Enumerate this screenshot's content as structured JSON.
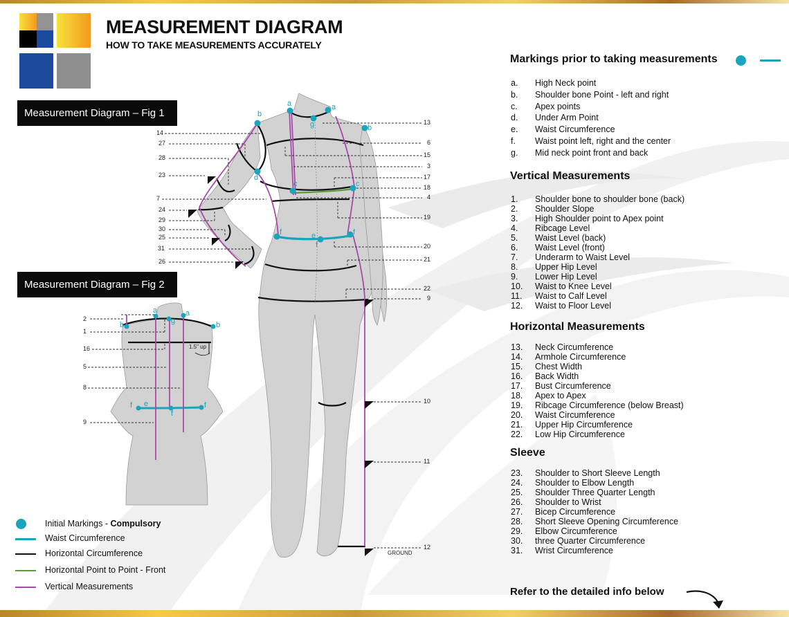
{
  "header": {
    "title": "MEASUREMENT DIAGRAM",
    "subtitle": "HOW TO TAKE MEASUREMENTS ACCURATELY",
    "logo_colors": [
      "#f7e23a",
      "#f39a1e",
      "#939393",
      "#000000",
      "#1b4a9c",
      "#8f8f8f"
    ]
  },
  "figures": {
    "fig1_label": "Measurement Diagram – Fig 1",
    "fig2_label": "Measurement Diagram – Fig 2",
    "fig1_left_callouts": [
      "14",
      "27",
      "28",
      "23",
      "7",
      "24",
      "29",
      "30",
      "25",
      "31",
      "26"
    ],
    "fig1_right_callouts": [
      "13",
      "6",
      "15",
      "3",
      "17",
      "18",
      "4",
      "19",
      "20",
      "21",
      "22",
      "9",
      "10",
      "11",
      "12"
    ],
    "fig2_callouts": [
      "2",
      "1",
      "16",
      "5",
      "8",
      "9"
    ],
    "point_labels": {
      "a": "a",
      "b": "b",
      "c": "c",
      "d": "d",
      "e": "e",
      "f": "f",
      "g": "g"
    },
    "ground_label": "GROUND",
    "up_note": "1.5\" up"
  },
  "legend": {
    "items": [
      {
        "label": "Initial Markings - ",
        "bold": "Compulsory",
        "swatch": "dot",
        "color": "#1aa5bd"
      },
      {
        "label": "Waist Circumference",
        "swatch": "line",
        "color": "#1aa5bd"
      },
      {
        "label": "Horizontal Circumference",
        "swatch": "line",
        "color": "#111111"
      },
      {
        "label": "Horizontal Point to Point - Front",
        "swatch": "line",
        "color": "#5a9a3c"
      },
      {
        "label": "Vertical Measurements",
        "swatch": "line",
        "color": "#a94aa8"
      }
    ]
  },
  "markings": {
    "heading": "Markings prior to taking measurements",
    "items": [
      {
        "key": "a.",
        "label": "High Neck point"
      },
      {
        "key": "b.",
        "label": "Shoulder bone Point - left and right"
      },
      {
        "key": "c.",
        "label": "Apex points"
      },
      {
        "key": "d.",
        "label": "Under Arm Point"
      },
      {
        "key": "e.",
        "label": "Waist Circumference"
      },
      {
        "key": "f.",
        "label": "Waist point left, right and the center"
      },
      {
        "key": "g.",
        "label": "Mid neck point front and back"
      }
    ]
  },
  "vertical": {
    "heading": "Vertical Measurements",
    "items": [
      {
        "key": "1.",
        "label": "Shoulder bone to shoulder bone (back)"
      },
      {
        "key": "2.",
        "label": "Shoulder Slope"
      },
      {
        "key": "3.",
        "label": "High Shoulder point to Apex point"
      },
      {
        "key": "4.",
        "label": "Ribcage Level"
      },
      {
        "key": "5.",
        "label": "Waist Level (back)"
      },
      {
        "key": "6.",
        "label": "Waist Level (front)"
      },
      {
        "key": "7.",
        "label": "Underarm to Waist Level"
      },
      {
        "key": "8.",
        "label": "Upper Hip Level"
      },
      {
        "key": "9.",
        "label": "Lower Hip Level"
      },
      {
        "key": "10.",
        "label": "Waist to Knee Level"
      },
      {
        "key": "11.",
        "label": "Waist to Calf Level"
      },
      {
        "key": "12.",
        "label": "Waist to Floor Level"
      }
    ]
  },
  "horizontal": {
    "heading": "Horizontal Measurements",
    "items": [
      {
        "key": "13.",
        "label": "Neck Circumference"
      },
      {
        "key": "14.",
        "label": "Armhole Circumference"
      },
      {
        "key": "15.",
        "label": "Chest Width"
      },
      {
        "key": "16.",
        "label": "Back Width"
      },
      {
        "key": "17.",
        "label": "Bust Circumference"
      },
      {
        "key": "18.",
        "label": "Apex to Apex"
      },
      {
        "key": "19.",
        "label": "Ribcage Circumference (below Breast)"
      },
      {
        "key": "20.",
        "label": "Waist Circumference"
      },
      {
        "key": "21.",
        "label": "Upper Hip Circumference"
      },
      {
        "key": "22.",
        "label": "Low Hip Circumference"
      }
    ]
  },
  "sleeve": {
    "heading": "Sleeve",
    "items": [
      {
        "key": "23.",
        "label": "Shoulder to Short Sleeve Length"
      },
      {
        "key": "24.",
        "label": "Shoulder to Elbow Length"
      },
      {
        "key": "25.",
        "label": "Shoulder Three Quarter Length"
      },
      {
        "key": "26.",
        "label": "Shoulder to Wrist"
      },
      {
        "key": "27.",
        "label": "Bicep Circumference"
      },
      {
        "key": "28.",
        "label": "Short Sleeve Opening Circumference"
      },
      {
        "key": "29.",
        "label": "Elbow Circumference"
      },
      {
        "key": "30.",
        "label": "three Quarter Circumference"
      },
      {
        "key": "31.",
        "label": "Wrist Circumference"
      }
    ]
  },
  "footer": {
    "refer_text": "Refer to the detailed info below"
  },
  "colors": {
    "teal": "#1aa5bd",
    "purple": "#a94aa8",
    "green": "#5a9a3c",
    "body_gray": "#d3d2d3",
    "label_bg": "#0a0a0a"
  }
}
